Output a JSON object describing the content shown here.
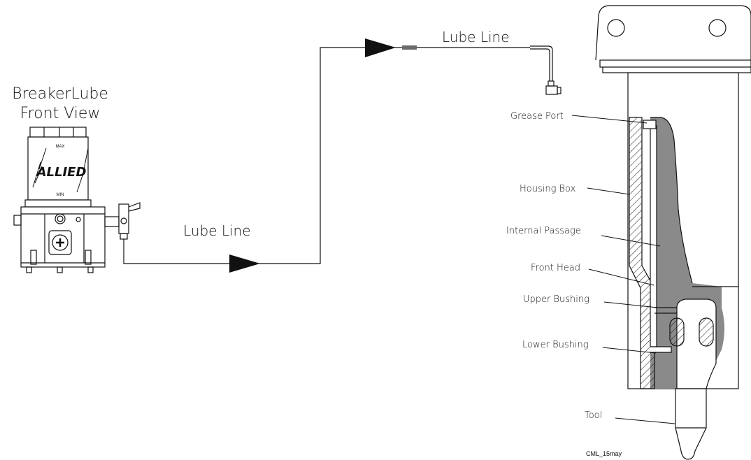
{
  "title_line1": "BreakerLube",
  "title_line2": "Front View",
  "pump": {
    "brand": "ALLIED",
    "max_label": "MAX",
    "min_label": "MIN"
  },
  "lube_line_lower": "Lube Line",
  "lube_line_upper": "Lube Line",
  "callouts": {
    "grease_port": "Grease Port",
    "housing_box": "Housing Box",
    "internal_passage": "Internal Passage",
    "front_head": "Front Head",
    "upper_bushing": "Upper Bushing",
    "lower_bushing": "Lower Bushing",
    "tool": "Tool"
  },
  "drawing_code": "CML_15may",
  "colors": {
    "line": "#111111",
    "shade": "#8a8a8a",
    "background": "#ffffff"
  }
}
